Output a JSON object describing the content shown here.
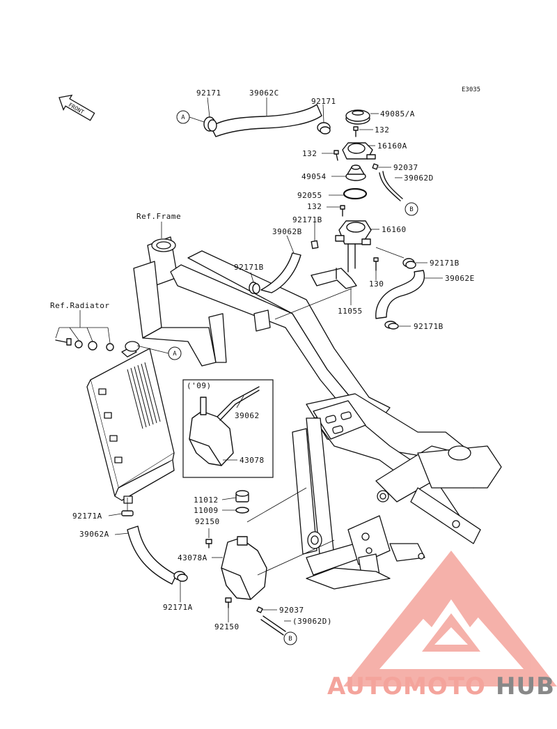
{
  "diagram_code": "E3035",
  "front_arrow_label": "FRONT",
  "ref_labels": {
    "frame": "Ref.Frame",
    "radiator": "Ref.Radiator"
  },
  "inset_year": "('09)",
  "connectors": {
    "A": "A",
    "B": "B"
  },
  "parts": {
    "p92171_top_left": "92171",
    "p39062C": "39062C",
    "p92171_top_mid": "92171",
    "p49085A": "49085/A",
    "p132_a": "132",
    "p132_b": "132",
    "p16160A": "16160A",
    "p49054": "49054",
    "p92037_top": "92037",
    "p39062D": "39062D",
    "p92055": "92055",
    "p132_c": "132",
    "p92171B_a": "92171B",
    "p16160": "16160",
    "p39062B": "39062B",
    "p92171B_b": "92171B",
    "p92171B_c": "92171B",
    "p39062E": "39062E",
    "p130": "130",
    "p11055": "11055",
    "p92171B_d": "92171B",
    "p39062": "39062",
    "p43078": "43078",
    "p11012": "11012",
    "p11009": "11009",
    "p92150_a": "92150",
    "p92171A_a": "92171A",
    "p39062A": "39062A",
    "p43078A": "43078A",
    "p92171A_b": "92171A",
    "p92037_bottom": "92037",
    "p39062D_paren": "(39062D)",
    "p92150_b": "92150"
  },
  "watermark": {
    "part1": "AUTOMOTO",
    "part2": "HUB",
    "color_primary": "#f4a49c",
    "color_secondary": "#888888"
  }
}
